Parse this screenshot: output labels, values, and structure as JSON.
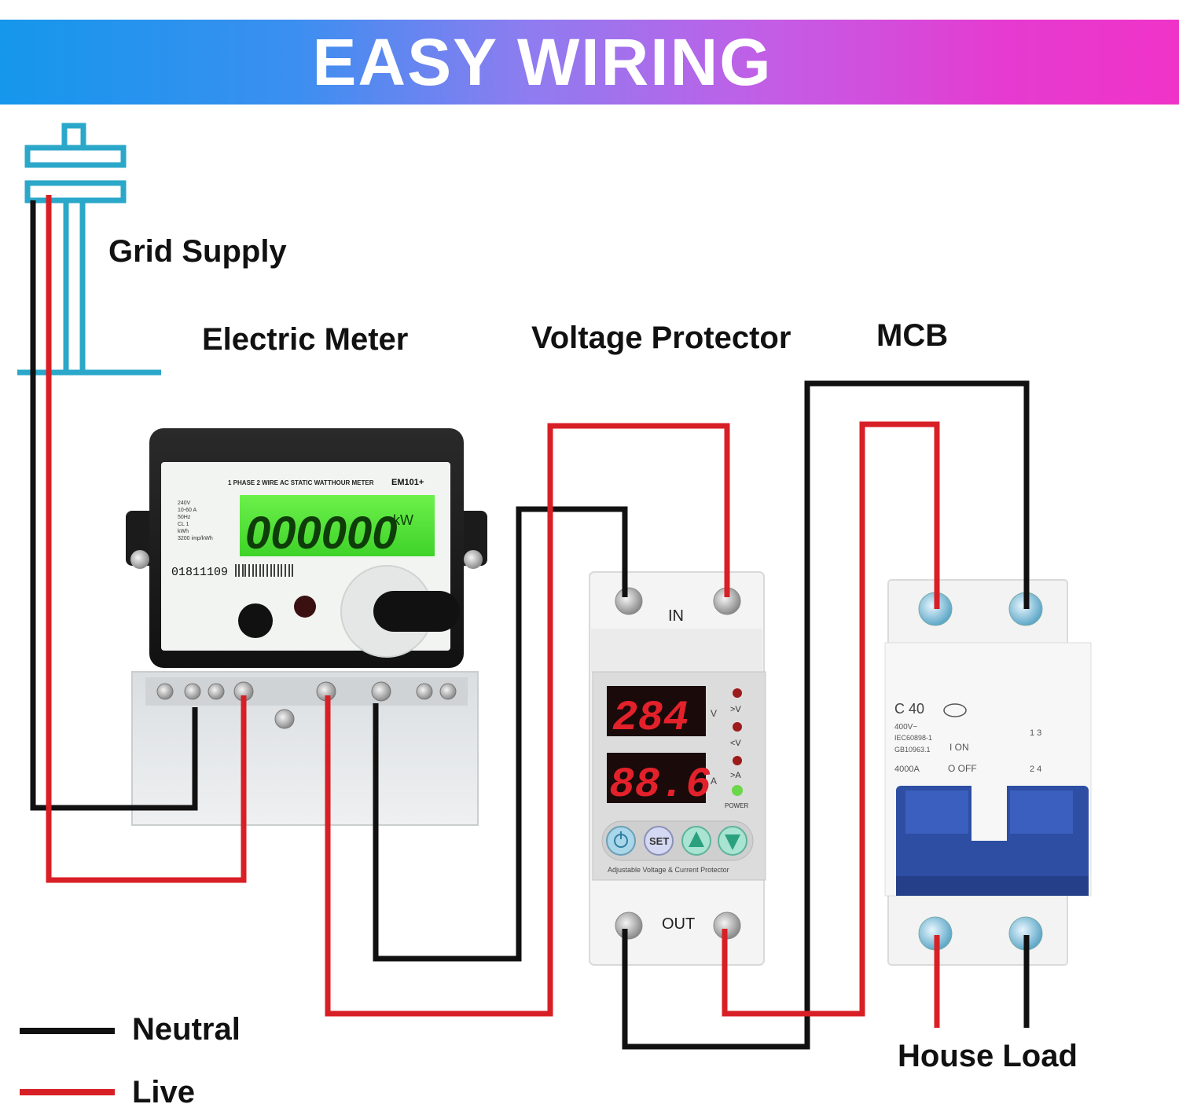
{
  "banner": {
    "title": "EASY WIRING"
  },
  "labels": {
    "grid_supply": "Grid Supply",
    "electric_meter": "Electric Meter",
    "voltage_protector": "Voltage Protector",
    "mcb": "MCB",
    "house_load": "House Load"
  },
  "legend": {
    "neutral": "Neutral",
    "live": "Live"
  },
  "colors": {
    "neutral": "#111111",
    "live": "#d81f26",
    "pole": "#2aa7c9"
  },
  "meter": {
    "title": "1 PHASE 2 WIRE AC STATIC WATTHOUR METER",
    "model": "EM101+",
    "reading": "000000",
    "unit": "kW",
    "serial": "01811109",
    "specs": [
      "240V",
      "10-60 A",
      "50Hz",
      "CL 1",
      "kWh",
      "3200 imp/kWh"
    ]
  },
  "protector": {
    "in_label": "IN",
    "out_label": "OUT",
    "voltage_reading": "284",
    "voltage_unit": "V",
    "current_reading": "88.6",
    "current_unit": "A",
    "indicators": [
      ">V",
      "<V",
      ">A",
      "POWER"
    ],
    "buttons": {
      "set": "SET"
    },
    "caption": "Adjustable Voltage & Current Protector"
  },
  "mcb": {
    "rating": "C 40",
    "voltage": "400V~",
    "standards": [
      "IEC60898-1",
      "GB10963.1"
    ],
    "breaking": "4000A",
    "on_label": "I ON",
    "off_label": "O OFF",
    "terminals_top": "1 3",
    "terminals_bottom": "2 4"
  }
}
